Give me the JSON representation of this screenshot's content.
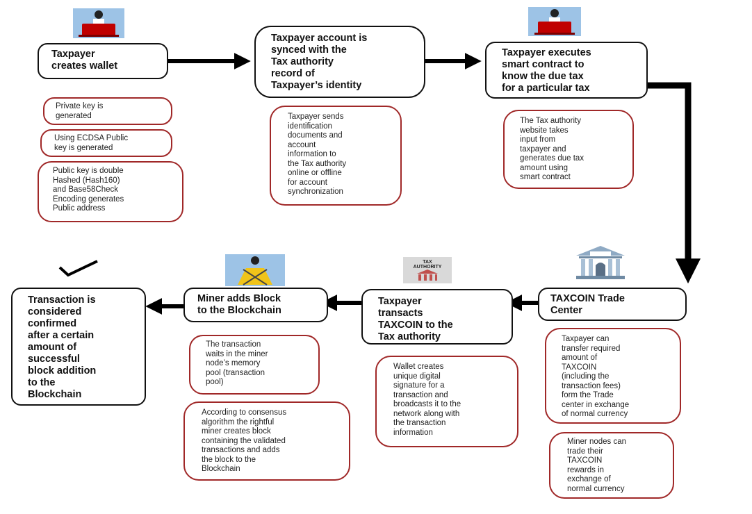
{
  "steps": {
    "create_wallet": "Taxpayer\ncreates wallet",
    "account_synced": "Taxpayer account is\nsynced with the\nTax authority\nrecord of\nTaxpayer’s identity",
    "execute_contract": "Taxpayer executes\nsmart contract to\nknow the due tax\nfor a particular tax",
    "trade_center": "TAXCOIN Trade\nCenter",
    "transact": "Taxpayer\ntransacts\nTAXCOIN to the\nTax authority",
    "miner_adds": "Miner adds Block\nto the Blockchain",
    "confirmed": "Transaction is\nconsidered\nconfirmed\nafter a certain\namount of\nsuccessful\nblock addition\nto the\nBlockchain"
  },
  "notes": {
    "private_key": "Private key is\ngenerated",
    "ecdsa": "Using ECDSA Public\nkey is generated",
    "hashed": "Public key is double\nHashed (Hash160)\nand Base58Check\nEncoding generates\nPublic address",
    "sends_docs": "Taxpayer sends\nidentification\ndocuments and\naccount\ninformation to\nthe Tax authority\nonline or offline\nfor account\nsynchronization",
    "website": "The Tax authority\nwebsite takes\ninput from\ntaxpayer and\ngenerates due tax\namount using\nsmart contract",
    "transfer": "Taxpayer can\ntransfer required\namount of\nTAXCOIN\n(including the\ntransaction fees)\nform the Trade\ncenter in exchange\nof normal currency",
    "miner_trade": "Miner nodes can\ntrade their\nTAXCOIN\nrewards in\nexchange of\nnormal currency",
    "signature": "Wallet creates\nunique digital\nsignature for a\ntransaction and\nbroadcasts it to the\nnetwork along with\nthe transaction\ninformation",
    "mempool": "The transaction\nwaits in the miner\nnode’s memory\npool (transaction\npool)",
    "consensus": "According to consensus\nalgorithm the rightful\nminer creates block\ncontaining the validated\ntransactions and adds\nthe block to the\nBlockchain"
  },
  "icons": {
    "tax_authority_label": "TAX\nAUTHORITY",
    "trade_center_sign": "TRADE CENTER"
  },
  "colors": {
    "note_border": "#a02828",
    "arrow": "#000000",
    "icon_bg": "#9dc3e6",
    "laptop": "#c00000"
  }
}
